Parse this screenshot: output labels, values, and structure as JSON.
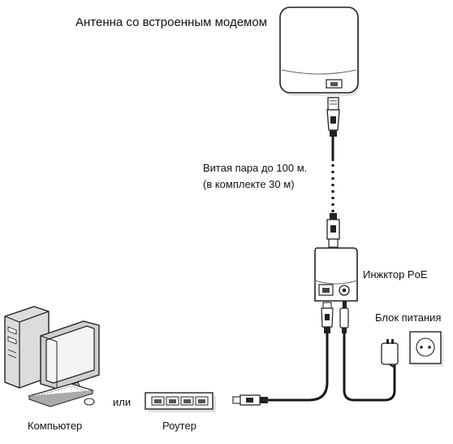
{
  "labels": {
    "antenna": "Антенна со встроенным модемом",
    "cable_line1": "Витая пара до 100 м.",
    "cable_line2": "(в комплекте 30 м)",
    "injector": "Инжктор PoE",
    "power_supply": "Блок питания",
    "or": "или",
    "computer": "Компьютер",
    "router": "Роутер"
  },
  "colors": {
    "stroke": "#222222",
    "device_fill": "#ffffff",
    "shadow": "#d6d6d6",
    "cable": "#1a1a1a"
  },
  "router": {
    "ports": 4
  }
}
